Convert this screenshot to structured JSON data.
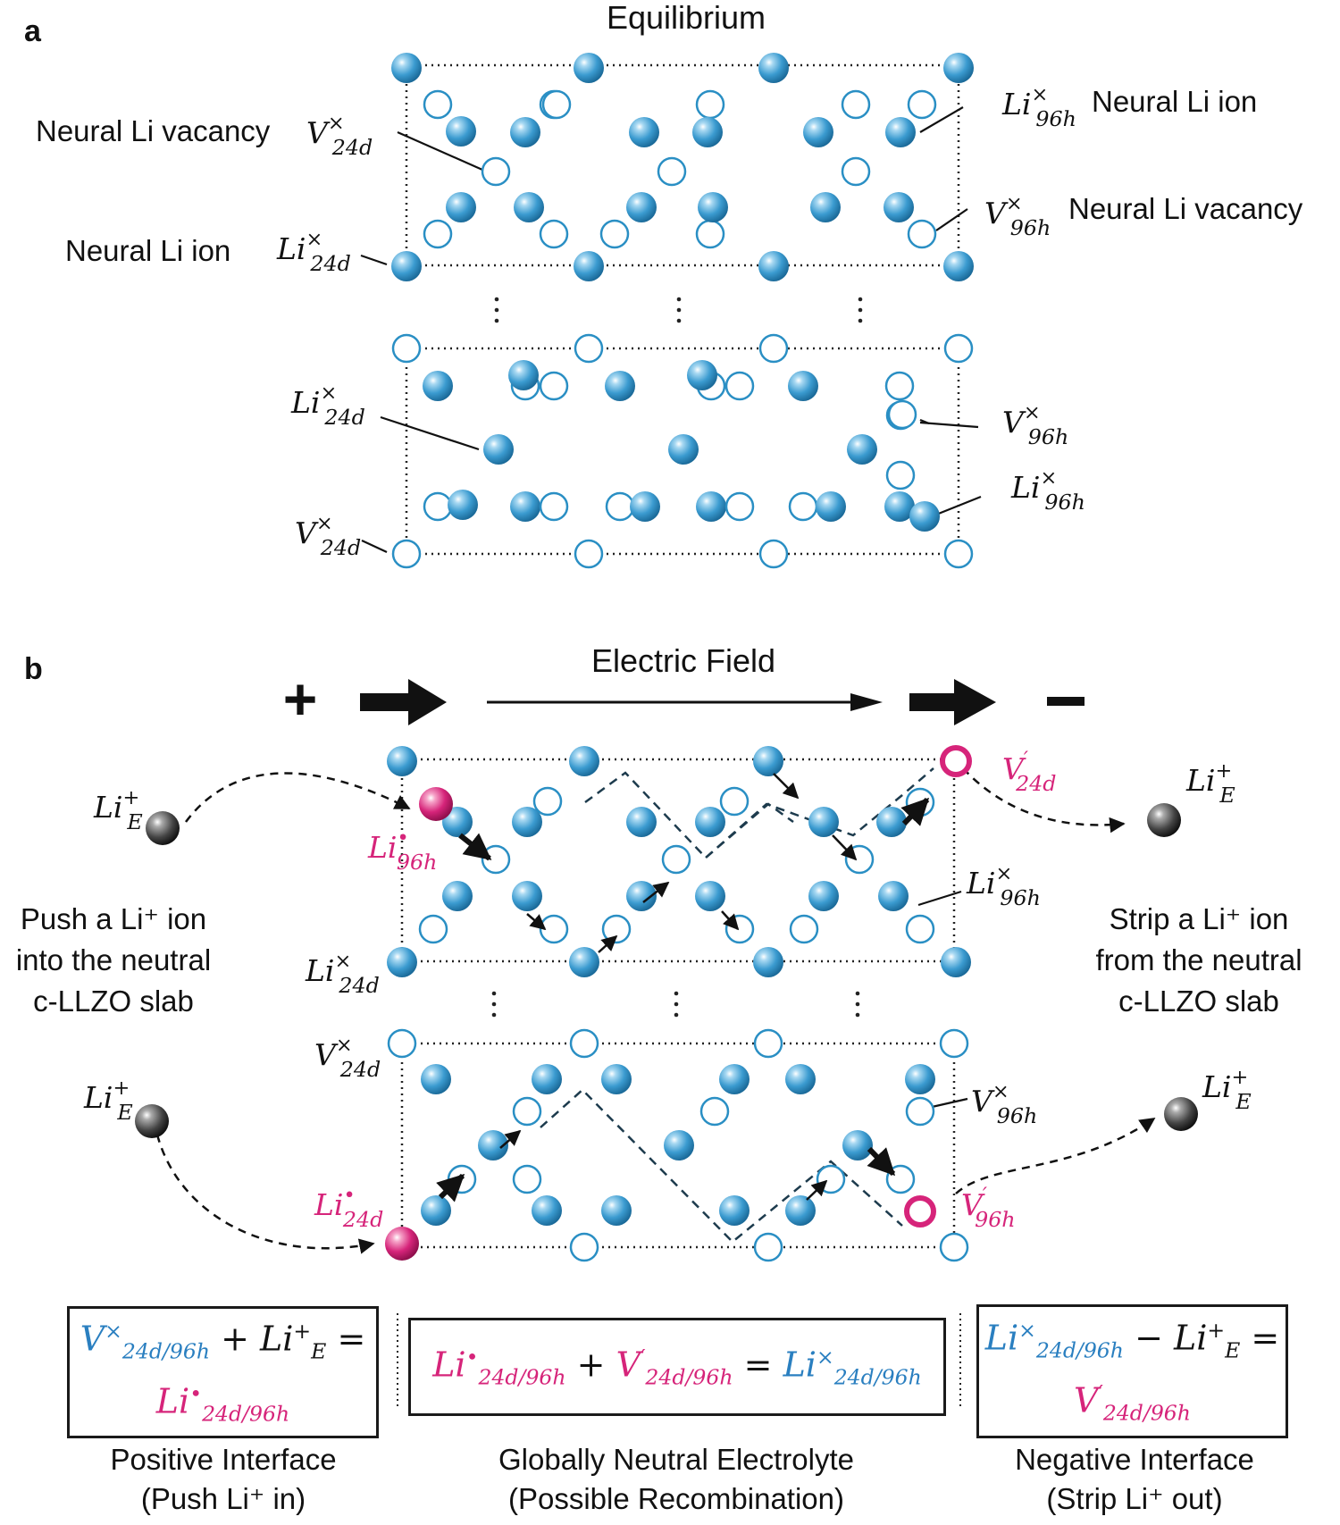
{
  "panel_a": {
    "letter": "a",
    "title": "Equilibrium",
    "labels": {
      "neutral_vacancy_24d_text": "Neural Li vacancy",
      "neutral_ion_96h_text": "Neural Li ion",
      "neutral_vacancy_96h_text": "Neural Li vacancy",
      "neutral_ion_24d_text": "Neural Li ion",
      "sym_V": "V",
      "sym_Li": "Li",
      "sup_x": "×",
      "sub_24d": "24d",
      "sub_96h": "96h"
    }
  },
  "panel_b": {
    "letter": "b",
    "field_label": "Electric Field",
    "plus": "+",
    "minus": "–",
    "left_text": [
      "Push a Li⁺ ion",
      "into the neutral",
      "c-LLZO slab"
    ],
    "right_text": [
      "Strip a Li⁺ ion",
      "from the neutral",
      "c-LLZO slab"
    ],
    "electrode_ion": {
      "sym": "Li",
      "sub": "E",
      "sup": "+"
    },
    "prime": "′",
    "dot": "•"
  },
  "equations": {
    "left": {
      "sym1": "V",
      "sup1": "×",
      "sub1": "24d/96h",
      "op1": "+",
      "sym2": "Li",
      "sup2": "+",
      "sub2": "E",
      "op2": "=",
      "sym3": "Li",
      "sup3": "•",
      "sub3": "24d/96h"
    },
    "middle": {
      "sym1": "Li",
      "sup1": "•",
      "sub1": "24d/96h",
      "op1": "+",
      "sym2": "V",
      "sup2": "′",
      "sub2": "24d/96h",
      "op2": "=",
      "sym3": "Li",
      "sup3": "×",
      "sub3": "24d/96h"
    },
    "right": {
      "sym1": "Li",
      "sup1": "×",
      "sub1": "24d/96h",
      "op1": "−",
      "sym2": "Li",
      "sup2": "+",
      "sub2": "E",
      "op2": "=",
      "sym3": "V",
      "sup3": "′",
      "sub3": "24d/96h"
    }
  },
  "captions": {
    "left": [
      "Positive Interface",
      "(Push Li⁺ in)"
    ],
    "middle": [
      "Globally Neutral Electrolyte",
      "(Possible Recombination)"
    ],
    "right": [
      "Negative Interface",
      "(Strip Li⁺ out)"
    ]
  },
  "colors": {
    "li_ion": "#3b9bd0",
    "vacancy": "#2a8fc4",
    "charged": "#d6247a",
    "electrode": "#444444",
    "text": "#111111"
  }
}
